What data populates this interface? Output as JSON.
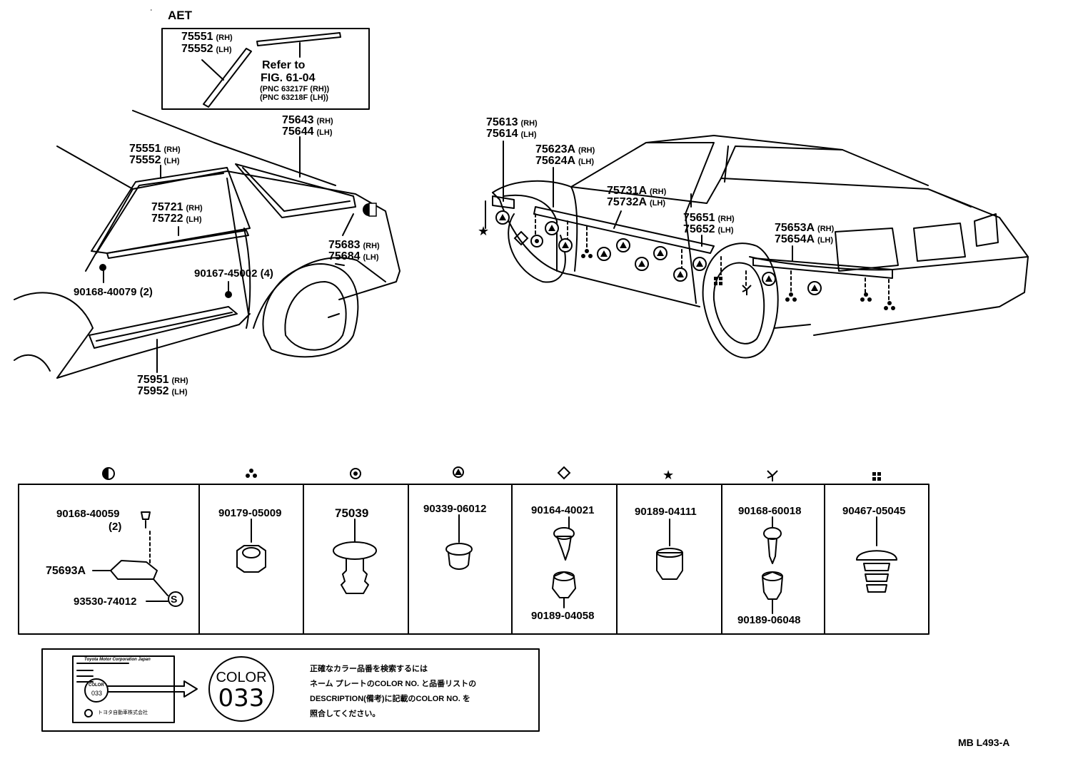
{
  "top_marks": {
    "tick": "ˈ"
  },
  "aet": {
    "header": "AET",
    "part_rh": "75551",
    "part_lh": "75552",
    "rh": "(RH)",
    "lh": "(LH)",
    "refer_to": "Refer to",
    "fig": "FIG. 61-04",
    "pnc_rh": "(PNC 63217F (RH))",
    "pnc_lh": "(PNC 63218F (LH))"
  },
  "left_car": {
    "p75643": "75643",
    "p75644": "75644",
    "p75551": "75551",
    "p75552": "75552",
    "p75721": "75721",
    "p75722": "75722",
    "p75683": "75683",
    "p75684": "75684",
    "p90167": "90167-45002 (4)",
    "p90168": "90168-40079 (2)",
    "p75951": "75951",
    "p75952": "75952",
    "rh": "(RH)",
    "lh": "(LH)"
  },
  "right_car": {
    "p75613": "75613",
    "p75614": "75614",
    "p75623A": "75623A",
    "p75624A": "75624A",
    "p75731A": "75731A",
    "p75732A": "75732A",
    "p75651": "75651",
    "p75652": "75652",
    "p75653A": "75653A",
    "p75654A": "75654A",
    "rh": "(RH)",
    "lh": "(LH)"
  },
  "fastener_table": {
    "cells": [
      {
        "symbol": "half-moon",
        "parts": [
          "90168-40059",
          "(2)",
          "75693A",
          "93530-74012"
        ],
        "badge": "S"
      },
      {
        "symbol": "three-dots",
        "parts": [
          "90179-05009"
        ]
      },
      {
        "symbol": "ring",
        "parts": [
          "75039"
        ]
      },
      {
        "symbol": "triangle-circle",
        "parts": [
          "90339-06012"
        ]
      },
      {
        "symbol": "diamond",
        "parts": [
          "90164-40021",
          "90189-04058"
        ]
      },
      {
        "symbol": "star",
        "parts": [
          "90189-04111"
        ]
      },
      {
        "symbol": "pinwheel",
        "parts": [
          "90168-60018",
          "90189-06048"
        ]
      },
      {
        "symbol": "four-squares",
        "parts": [
          "90467-05045"
        ]
      }
    ]
  },
  "color_note": {
    "plate_line": "Toyota Motor Corporation Japan",
    "plate_color_label": "COLOR",
    "plate_color_value": "033",
    "plate_maker": "トヨタ自動車株式会社",
    "badge_label": "COLOR",
    "badge_value": "033",
    "jp_line1": "正確なカラー品番を検索するには",
    "jp_line2": "ネーム プレートのCOLOR NO. と品番リストの",
    "jp_line3": "DESCRIPTION(備考)に記載のCOLOR NO. を",
    "jp_line4": "照合してください。"
  },
  "footer": {
    "code": "MB  L493-A"
  }
}
